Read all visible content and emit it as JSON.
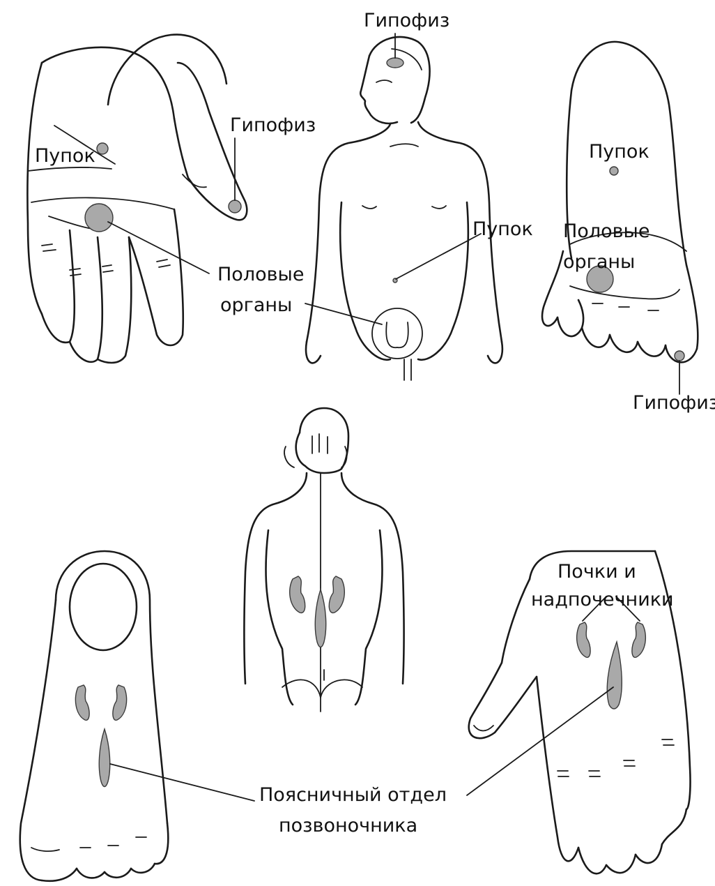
{
  "labels": {
    "pituitary": "Гипофиз",
    "navel": "Пупок",
    "genitals_line1": "Половые",
    "genitals_line2": "органы",
    "kidneys_line1": "Почки и",
    "kidneys_line2": "надпочечники",
    "lumbar_line1": "Поясничный отдел",
    "lumbar_line2": "позвоночника"
  },
  "colors": {
    "ink": "#1a1a1a",
    "zone_fill": "#a9a9a9",
    "background": "#ffffff"
  }
}
